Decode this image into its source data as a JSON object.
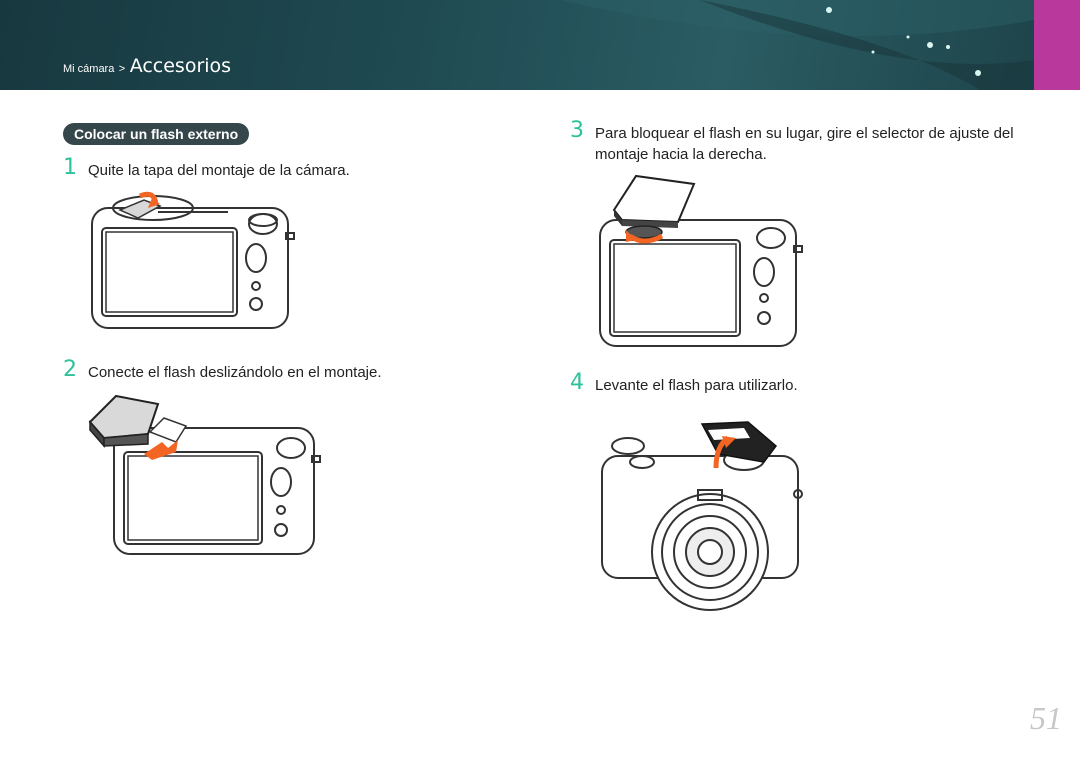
{
  "header": {
    "breadcrumb_parent": "Mi cámara",
    "breadcrumb_separator": ">",
    "breadcrumb_current": "Accesorios",
    "accent_color": "#b8389c",
    "background_color": "#1f4a52"
  },
  "section": {
    "title": "Colocar un flash externo"
  },
  "steps": [
    {
      "number": "1",
      "text": "Quite la tapa del montaje de la cámara."
    },
    {
      "number": "2",
      "text": "Conecte el flash deslizándolo en el montaje."
    },
    {
      "number": "3",
      "text": "Para bloquear el flash en su lugar, gire el selector de ajuste del montaje hacia la derecha."
    },
    {
      "number": "4",
      "text": "Levante el flash para utilizarlo."
    }
  ],
  "page": {
    "number": "51"
  },
  "colors": {
    "step_number": "#2ec29a",
    "arrow": "#f26522",
    "pill": "#36474c"
  }
}
